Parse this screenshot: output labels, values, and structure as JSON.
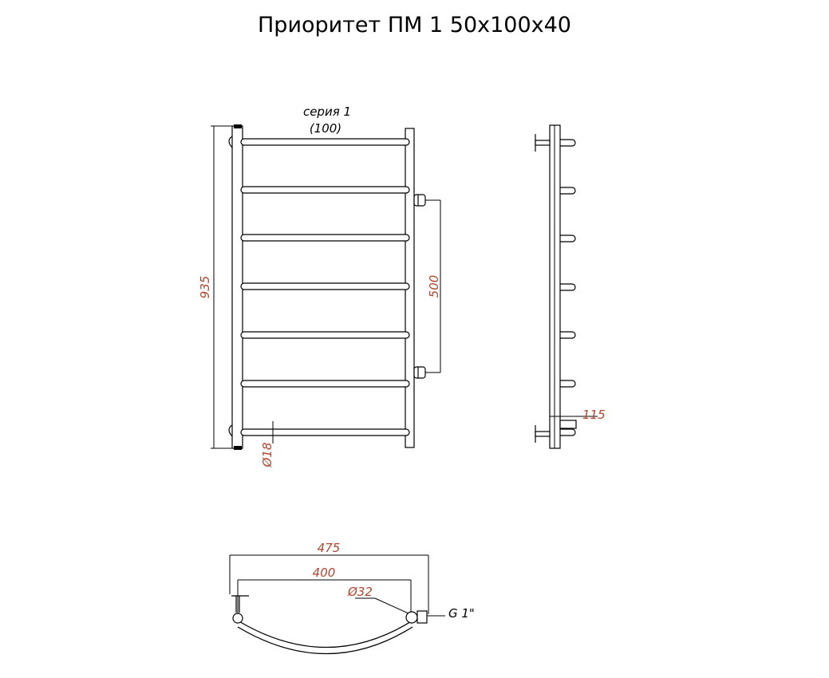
{
  "title": "Приоритет ПМ 1 50х100х40",
  "front_view": {
    "series_label": "серия 1",
    "series_value": "(100)",
    "height_dim": "935",
    "connect_dim": "500",
    "rung_dim": "Ø18"
  },
  "side_view": {
    "depth_dim": "115"
  },
  "top_view": {
    "overall_width_dim": "475",
    "axis_width_dim": "400",
    "pipe_dim": "Ø32",
    "thread_label": "G 1\""
  },
  "colors": {
    "line": "#000000",
    "dimension": "#b8432b"
  }
}
